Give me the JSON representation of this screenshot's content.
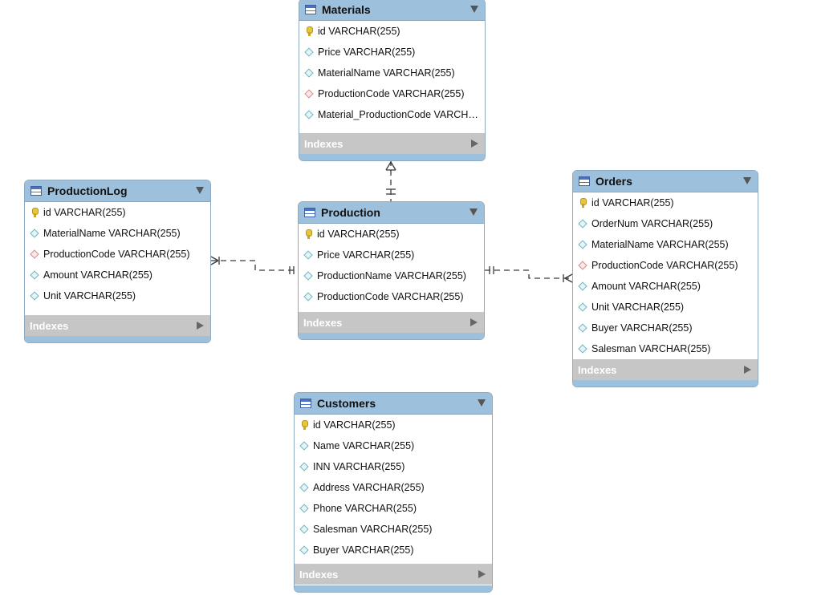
{
  "tables": {
    "materials": {
      "name": "Materials",
      "columns": [
        {
          "text": "id VARCHAR(255)",
          "kind": "pk"
        },
        {
          "text": "Price VARCHAR(255)",
          "kind": "attr"
        },
        {
          "text": "MaterialName VARCHAR(255)",
          "kind": "attr"
        },
        {
          "text": "ProductionCode VARCHAR(255)",
          "kind": "fk"
        },
        {
          "text": "Material_ProductionCode VARCHAR...",
          "kind": "attr"
        }
      ],
      "indexes_label": "Indexes"
    },
    "production_log": {
      "name": "ProductionLog",
      "columns": [
        {
          "text": "id VARCHAR(255)",
          "kind": "pk"
        },
        {
          "text": "MaterialName VARCHAR(255)",
          "kind": "attr"
        },
        {
          "text": "ProductionCode VARCHAR(255)",
          "kind": "fk"
        },
        {
          "text": "Amount VARCHAR(255)",
          "kind": "attr"
        },
        {
          "text": "Unit VARCHAR(255)",
          "kind": "attr"
        }
      ],
      "indexes_label": "Indexes"
    },
    "production": {
      "name": "Production",
      "columns": [
        {
          "text": "id VARCHAR(255)",
          "kind": "pk"
        },
        {
          "text": "Price VARCHAR(255)",
          "kind": "attr"
        },
        {
          "text": "ProductionName VARCHAR(255)",
          "kind": "attr"
        },
        {
          "text": "ProductionCode VARCHAR(255)",
          "kind": "attr"
        }
      ],
      "indexes_label": "Indexes"
    },
    "orders": {
      "name": "Orders",
      "columns": [
        {
          "text": "id VARCHAR(255)",
          "kind": "pk"
        },
        {
          "text": "OrderNum VARCHAR(255)",
          "kind": "attr"
        },
        {
          "text": "MaterialName VARCHAR(255)",
          "kind": "attr"
        },
        {
          "text": "ProductionCode VARCHAR(255)",
          "kind": "fk"
        },
        {
          "text": "Amount VARCHAR(255)",
          "kind": "attr"
        },
        {
          "text": "Unit VARCHAR(255)",
          "kind": "attr"
        },
        {
          "text": "Buyer VARCHAR(255)",
          "kind": "attr"
        },
        {
          "text": "Salesman VARCHAR(255)",
          "kind": "attr"
        }
      ],
      "indexes_label": "Indexes"
    },
    "customers": {
      "name": "Customers",
      "columns": [
        {
          "text": "id VARCHAR(255)",
          "kind": "pk"
        },
        {
          "text": "Name VARCHAR(255)",
          "kind": "attr"
        },
        {
          "text": "INN VARCHAR(255)",
          "kind": "attr"
        },
        {
          "text": "Address VARCHAR(255)",
          "kind": "attr"
        },
        {
          "text": "Phone VARCHAR(255)",
          "kind": "attr"
        },
        {
          "text": "Salesman VARCHAR(255)",
          "kind": "attr"
        },
        {
          "text": "Buyer VARCHAR(255)",
          "kind": "attr"
        }
      ],
      "indexes_label": "Indexes"
    }
  },
  "relationships": [
    {
      "from": "Materials",
      "to": "Production",
      "cardinality": "many-to-one"
    },
    {
      "from": "ProductionLog",
      "to": "Production",
      "cardinality": "many-to-one"
    },
    {
      "from": "Orders",
      "to": "Production",
      "cardinality": "many-to-one"
    }
  ],
  "colors": {
    "header": "#9dc0dd",
    "indexes_bar": "#c6c6c6",
    "primary_key": "#e8c63a",
    "foreign_key": "#d58a8a",
    "attribute": "#6fb4c0"
  }
}
